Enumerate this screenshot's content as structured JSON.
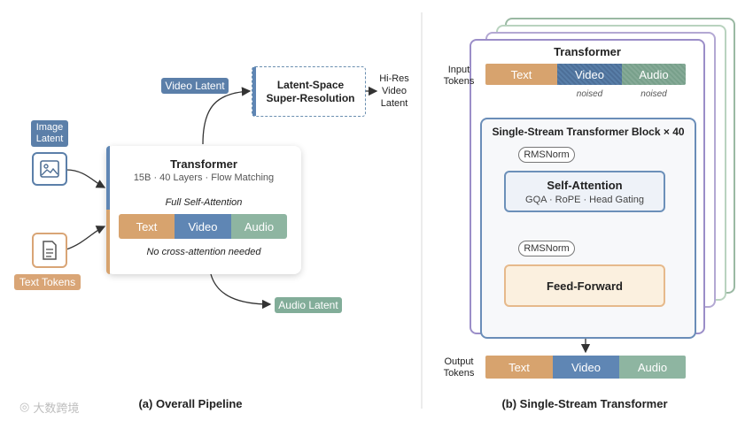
{
  "left": {
    "image_latent_label": "Image\nLatent",
    "text_tokens_label": "Text Tokens",
    "video_latent_label": "Video Latent",
    "audio_latent_label": "Audio Latent",
    "transformer": {
      "title": "Transformer",
      "subtitle": "15B · 40 Layers · Flow Matching",
      "attention": "Full Self-Attention",
      "tokens": [
        "Text",
        "Video",
        "Audio"
      ],
      "note": "No cross-attention needed"
    },
    "sr_title": "Latent-Space\nSuper-Resolution",
    "hires_label": "Hi-Res\nVideo\nLatent",
    "caption": "(a) Overall Pipeline"
  },
  "right": {
    "title": "Transformer",
    "input_label": "Input\nTokens",
    "input_tokens": [
      "Text",
      "Video",
      "Audio"
    ],
    "noised_label": "noised",
    "block_title": "Single-Stream Transformer Block × 40",
    "rmsnorm_label": "RMSNorm",
    "sa_title": "Self-Attention",
    "sa_subtitle": "GQA · RoPE · Head Gating",
    "ff_title": "Feed-Forward",
    "output_label": "Output\nTokens",
    "output_tokens": [
      "Text",
      "Video",
      "Audio"
    ],
    "caption": "(b) Single-Stream Transformer"
  },
  "watermark": "大数跨境",
  "colors": {
    "text_token": "#d7a36e",
    "video_token": "#5f86b4",
    "audio_token": "#8eb5a1",
    "residual_arrow": "#b65454",
    "block_border": "#6a8db8"
  }
}
